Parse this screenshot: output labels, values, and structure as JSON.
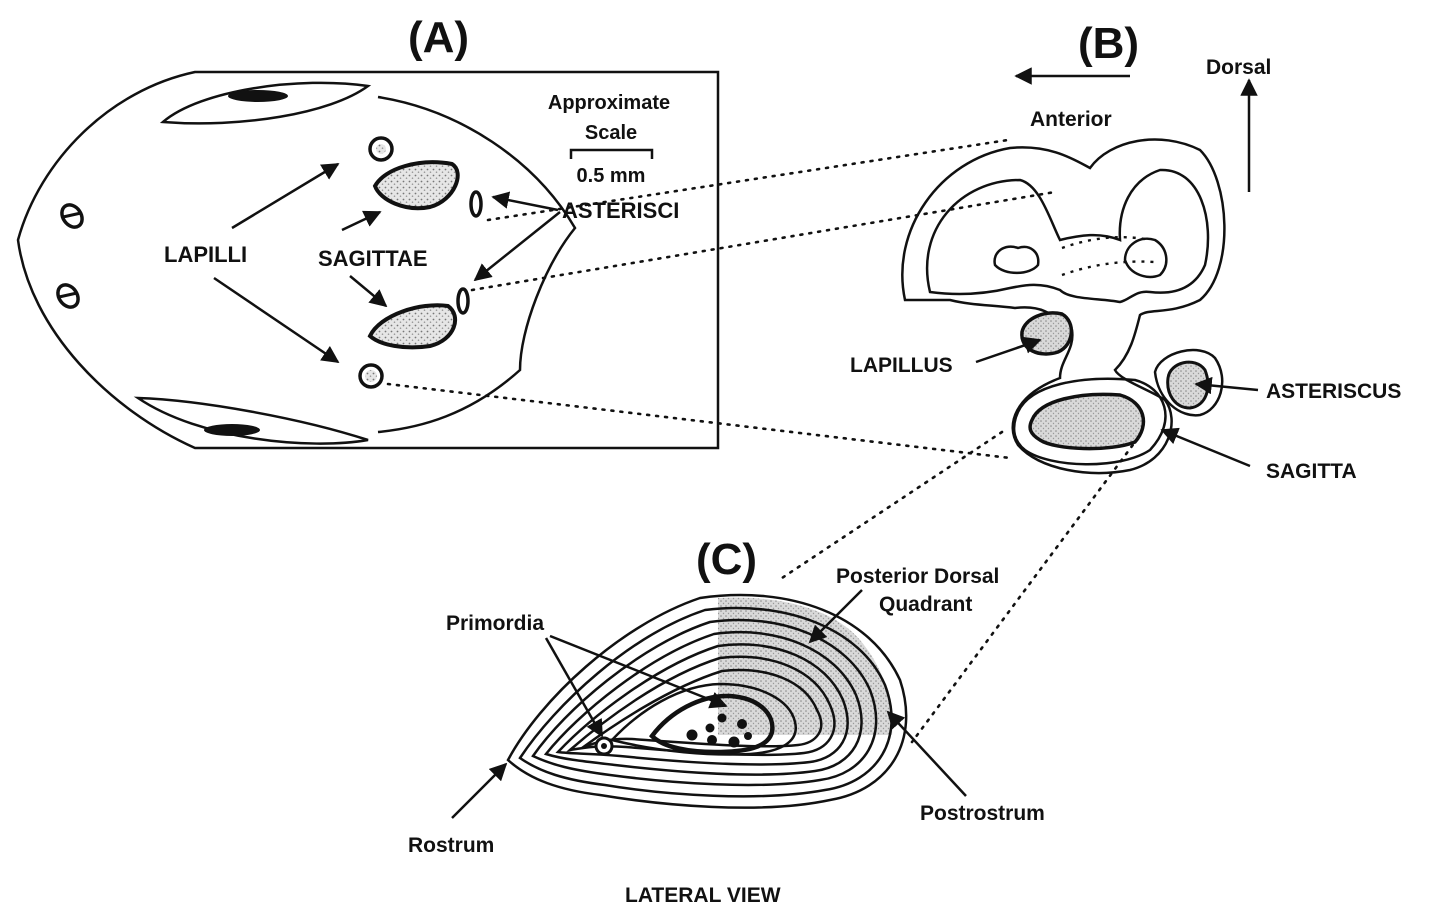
{
  "panels": {
    "a": {
      "label": "(A)",
      "lapilli": "LAPILLI",
      "sagittae": "SAGITTAE",
      "asterisci": "ASTERISCI",
      "scale_title_1": "Approximate",
      "scale_title_2": "Scale",
      "scale_value": "0.5 mm"
    },
    "b": {
      "label": "(B)",
      "anterior": "Anterior",
      "dorsal": "Dorsal",
      "lapillus": "LAPILLUS",
      "asteriscus": "ASTERISCUS",
      "sagitta": "SAGITTA"
    },
    "c": {
      "label": "(C)",
      "primordia": "Primordia",
      "pdq_1": "Posterior Dorsal",
      "pdq_2": "Quadrant",
      "postrostrum": "Postrostrum",
      "rostrum": "Rostrum",
      "view": "LATERAL VIEW"
    }
  },
  "colors": {
    "ink": "#111111",
    "stipple": "#c8c8c8",
    "shade": "#b8b8b8"
  }
}
